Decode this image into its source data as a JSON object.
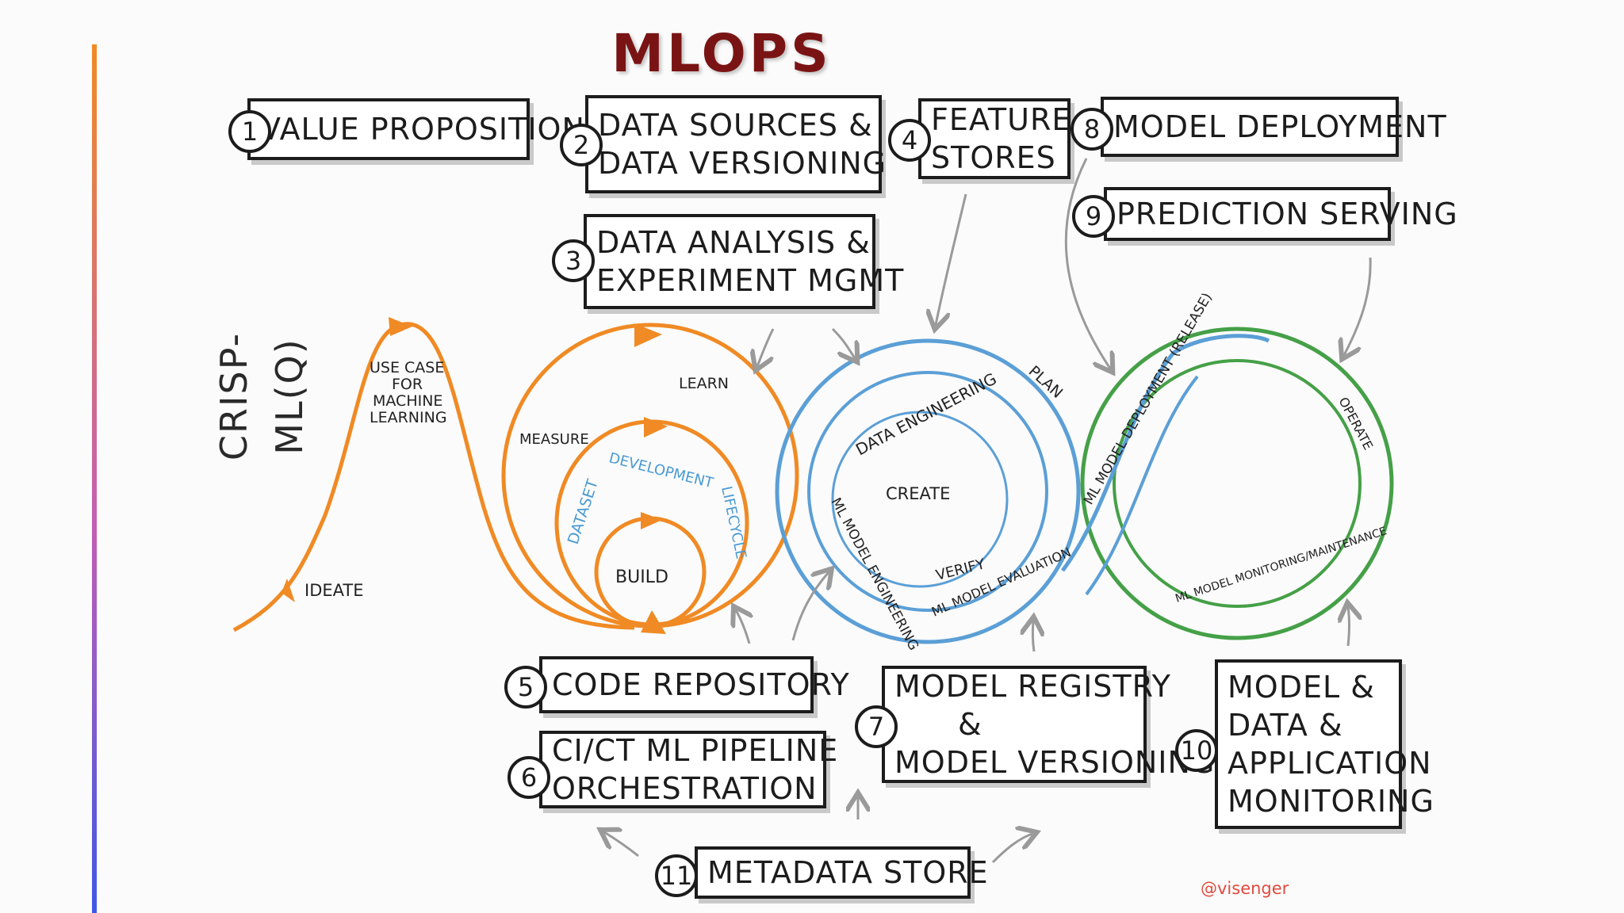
{
  "title": "MLOPS STACK",
  "side_label": "CRISP-ML(Q)",
  "credit": "@visenger",
  "colors": {
    "title": "#7a1414",
    "orange_loop": "#f08a24",
    "blue_loop": "#5b9fd6",
    "green_loop": "#45a047",
    "box_border": "#1c1c1c"
  },
  "components": [
    {
      "number": "1",
      "lines": [
        "VALUE PROPOSITION"
      ]
    },
    {
      "number": "2",
      "lines": [
        "DATA SOURCES &",
        "DATA VERSIONING"
      ]
    },
    {
      "number": "3",
      "lines": [
        "DATA ANALYSIS &",
        "EXPERIMENT MGMT"
      ]
    },
    {
      "number": "4",
      "lines": [
        "FEATURE",
        "STORES"
      ]
    },
    {
      "number": "5",
      "lines": [
        "CODE REPOSITORY"
      ]
    },
    {
      "number": "6",
      "lines": [
        "CI/CT ML PIPELINE",
        "ORCHESTRATION"
      ]
    },
    {
      "number": "7",
      "lines": [
        "MODEL REGISTRY",
        "&",
        "MODEL VERSIONING"
      ]
    },
    {
      "number": "8",
      "lines": [
        "MODEL DEPLOYMENT"
      ]
    },
    {
      "number": "9",
      "lines": [
        "PREDICTION SERVING"
      ]
    },
    {
      "number": "10",
      "lines": [
        "MODEL &",
        "DATA &",
        "APPLICATION",
        "MONITORING"
      ]
    },
    {
      "number": "11",
      "lines": [
        "METADATA STORE"
      ]
    }
  ],
  "crisp_labels": {
    "ideate": "IDEATE",
    "use_case": [
      "USE CASE",
      "FOR",
      "MACHINE",
      "LEARNING"
    ],
    "measure": "MEASURE",
    "learn": "LEARN",
    "build": "BUILD",
    "dataset": "DATASET",
    "development": "DEVELOPMENT",
    "lifecycle": "LIFECYCLE"
  },
  "loop_labels": {
    "data_engineering": "DATA ENGINEERING",
    "plan": "PLAN",
    "create": "CREATE",
    "ml_model_engineering": "ML MODEL ENGINEERING",
    "verify": "VERIFY",
    "ml_model_evaluation": "ML MODEL EVALUATION",
    "ml_model_deployment": "ML MODEL DEPLOYMENT (RELEASE)",
    "operate": "OPERATE",
    "monitoring": "ML MODEL MONITORING/MAINTENANCE"
  }
}
